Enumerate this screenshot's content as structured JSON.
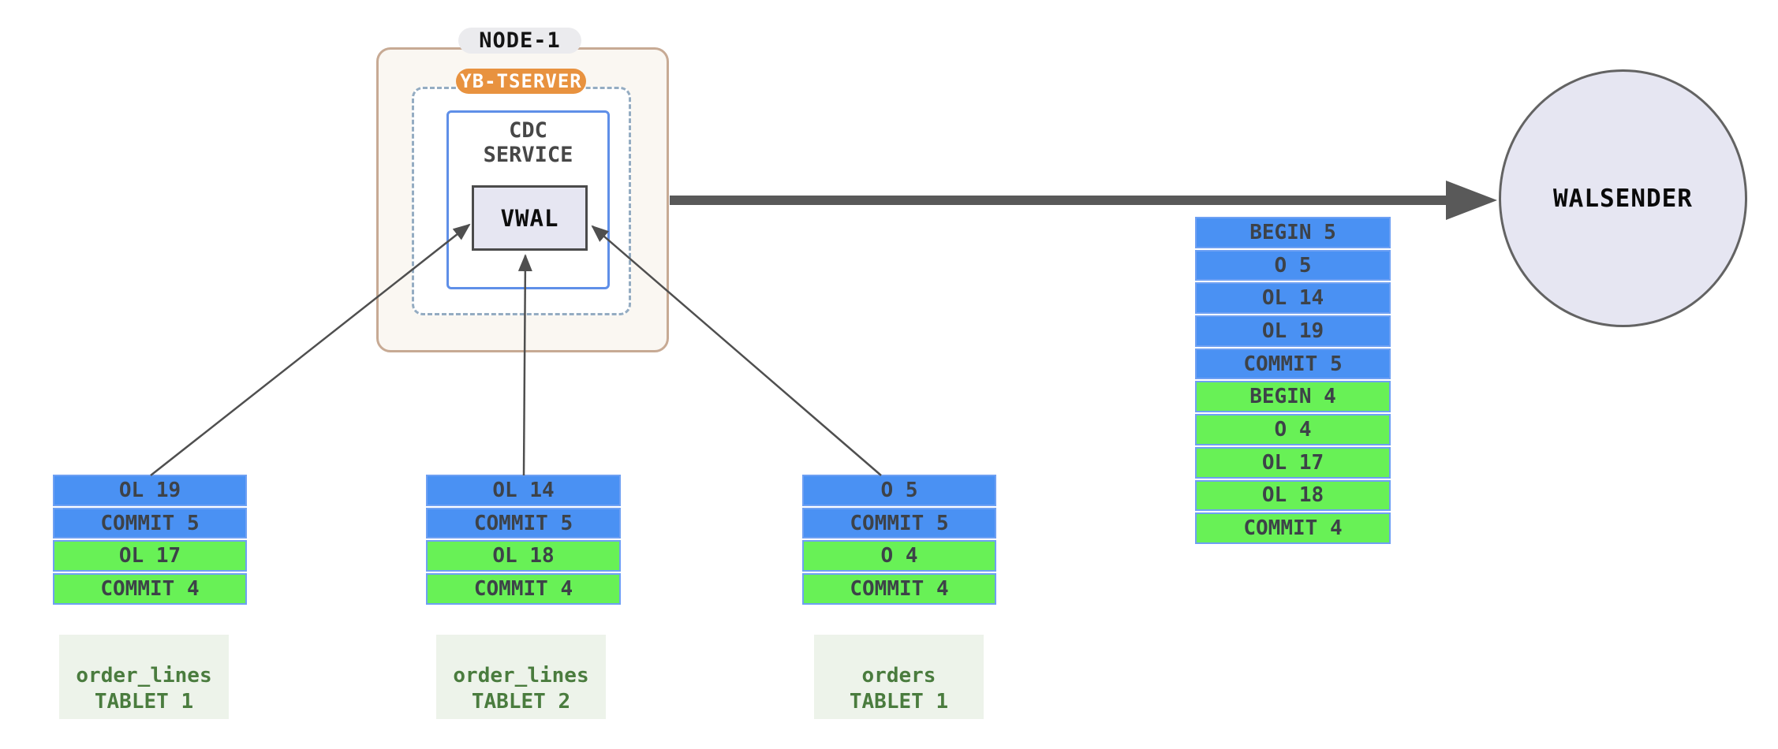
{
  "node": {
    "label": "NODE-1",
    "tserver_label": "YB-TSERVER",
    "cdc_service_label": "CDC\nSERVICE",
    "vwal_label": "VWAL"
  },
  "walsender": {
    "label": "WALSENDER"
  },
  "queue": {
    "rows": [
      {
        "label": "BEGIN 5",
        "color": "blue"
      },
      {
        "label": "O 5",
        "color": "blue"
      },
      {
        "label": "OL 14",
        "color": "blue"
      },
      {
        "label": "OL 19",
        "color": "blue"
      },
      {
        "label": "COMMIT 5",
        "color": "blue"
      },
      {
        "label": "BEGIN 4",
        "color": "green"
      },
      {
        "label": "O 4",
        "color": "green"
      },
      {
        "label": "OL 17",
        "color": "green"
      },
      {
        "label": "OL 18",
        "color": "green"
      },
      {
        "label": "COMMIT 4",
        "color": "green"
      }
    ]
  },
  "tablets": [
    {
      "name_line1": "order_lines",
      "name_line2": "TABLET 1",
      "rows": [
        {
          "label": "OL 19",
          "color": "blue"
        },
        {
          "label": "COMMIT 5",
          "color": "blue"
        },
        {
          "label": "OL 17",
          "color": "green"
        },
        {
          "label": "COMMIT 4",
          "color": "green"
        }
      ]
    },
    {
      "name_line1": "order_lines",
      "name_line2": "TABLET 2",
      "rows": [
        {
          "label": "OL 14",
          "color": "blue"
        },
        {
          "label": "COMMIT 5",
          "color": "blue"
        },
        {
          "label": "OL 18",
          "color": "green"
        },
        {
          "label": "COMMIT 4",
          "color": "green"
        }
      ]
    },
    {
      "name_line1": "orders",
      "name_line2": "TABLET 1",
      "rows": [
        {
          "label": "O 5",
          "color": "blue"
        },
        {
          "label": "COMMIT 5",
          "color": "blue"
        },
        {
          "label": "O 4",
          "color": "green"
        },
        {
          "label": "COMMIT 4",
          "color": "green"
        }
      ]
    }
  ],
  "colors": {
    "row-blue": "#4a91f3",
    "row-green": "#68f156",
    "cell-border": "#6ea0f3",
    "node-bg": "#faf7f2",
    "node-border": "#c7aa94",
    "pill-gray": "#ebebee",
    "pill-orange": "#e8923f",
    "dashed-border": "#94acc2",
    "blue-box-border": "#5f8fe8",
    "lavender": "#e6e6f2",
    "label-bg": "#edf3ea",
    "label-text": "#4a7c3e",
    "arrow": "#4f4f4f",
    "thick-arrow": "#595959"
  }
}
